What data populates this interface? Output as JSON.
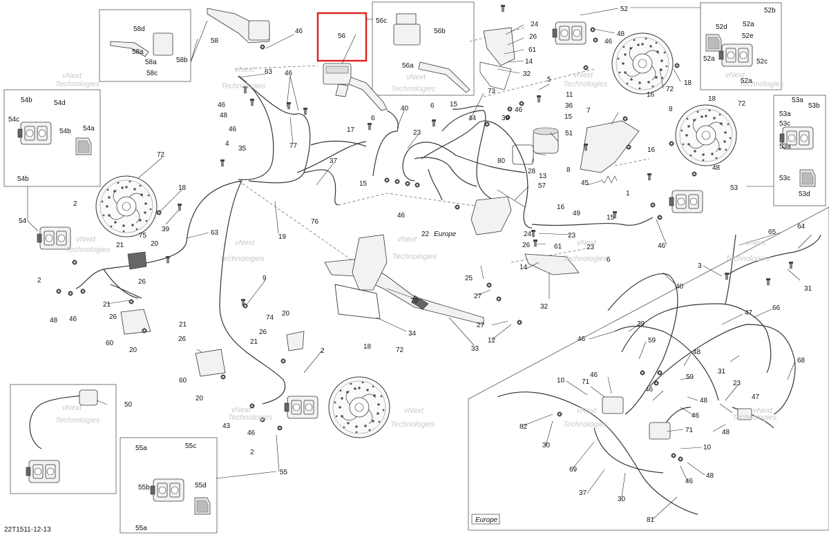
{
  "document": {
    "drawing_number": "22T1511-12-13",
    "highlight_callout": "56"
  },
  "watermark": {
    "line1": "vNext",
    "line2": "Technologies"
  },
  "regions": {
    "europe_label": "Europe"
  },
  "callouts": {
    "c58d": "58d",
    "c58a": "58a",
    "c58b": "58b",
    "c58c": "58c",
    "c58": "58",
    "c46a": "46",
    "c56": "56",
    "c56c": "56c",
    "c56b": "56b",
    "c56a": "56a",
    "c24a": "24",
    "c26a": "26",
    "c61a": "61",
    "c14a": "14",
    "c32a": "32",
    "c52": "52",
    "c48a": "48",
    "c46b": "46",
    "c52b": "52b",
    "c52d": "52d",
    "c52a": "52a",
    "c52e": "52e",
    "c52c": "52c",
    "c52f": "52a",
    "c72a": "72",
    "c18a": "18",
    "c54b1": "54b",
    "c54d": "54d",
    "c54c": "54c",
    "c54b2": "54b",
    "c54a": "54a",
    "c54b3": "54b",
    "c54": "54",
    "c63a": "63",
    "c46c": "46",
    "c48b": "48",
    "c46d": "46",
    "c77": "77",
    "c46e": "46",
    "c4a": "4",
    "c35": "35",
    "c72b": "72",
    "c18b": "18",
    "c39a": "39",
    "c2a": "2",
    "c63b": "63",
    "c75": "75",
    "c20a": "20",
    "c21a": "21",
    "c26b": "26",
    "c19": "19",
    "c9": "9",
    "c2b": "2",
    "c21b": "21",
    "c26c": "26",
    "c60a": "60",
    "c20b": "20",
    "c48c": "48",
    "c46f": "46",
    "c73": "73",
    "c40a": "40",
    "c6a": "6",
    "c15a": "15",
    "c46g": "46",
    "c6b": "6",
    "c17": "17",
    "c23a": "23",
    "c44": "44",
    "c39b": "39",
    "c37": "37",
    "c15b": "15",
    "c76": "76",
    "c80": "80",
    "c46h": "46",
    "c22": "22",
    "c5": "5",
    "c11": "11",
    "c36": "36",
    "c15c": "15",
    "c51": "51",
    "c28": "28",
    "c13": "13",
    "c8a": "8",
    "c7": "7",
    "c16a": "16",
    "c8b": "8",
    "c16b": "16",
    "c45": "45",
    "c16c": "16",
    "c49": "49",
    "c57": "57",
    "c18c": "18",
    "c72c": "72",
    "c48d": "48",
    "c53": "53",
    "c1": "1",
    "c15d": "15",
    "c46i": "46",
    "c53a1": "53a",
    "c53b": "53b",
    "c53c1": "53c",
    "c53a2": "53a",
    "c53c2": "53c",
    "c53d": "53d",
    "c24b": "24",
    "c23b": "23",
    "c26d": "26",
    "c61b": "61",
    "c23c": "23",
    "c6c": "6",
    "c14b": "14",
    "c32b": "32",
    "c25": "25",
    "c27a": "27",
    "c70": "70",
    "c34": "34",
    "c27b": "27",
    "c12": "12",
    "c33": "33",
    "c21c": "21",
    "c26e": "26",
    "c74": "74",
    "c20c": "20",
    "c21d": "21",
    "c60b": "60",
    "c20d": "20",
    "c2c": "2",
    "c18d": "18",
    "c72d": "72",
    "c43": "43",
    "c46j": "46",
    "c2d": "2",
    "c50": "50",
    "c55a1": "55a",
    "c55c": "55c",
    "c55b": "55b",
    "c55d": "55d",
    "c55a2": "55a",
    "c55": "55",
    "c65": "65",
    "c64": "64",
    "c3": "3",
    "c40b": "40",
    "c31a": "31",
    "c66": "66",
    "c47a": "47",
    "c39c": "39",
    "c46k": "46",
    "c59a": "59",
    "c48e": "48",
    "c31b": "31",
    "c68": "68",
    "c10a": "10",
    "c71a": "71",
    "c46l": "46",
    "c59b": "59",
    "c46m": "46",
    "c48f": "48",
    "c23d": "23",
    "c47b": "47",
    "c82": "82",
    "c30a": "30",
    "c46n": "46",
    "c48g": "48",
    "c71b": "71",
    "c10b": "10",
    "c69": "69",
    "c46o": "46",
    "c48h": "48",
    "c37b": "37",
    "c30b": "30",
    "c81": "81"
  },
  "icons": {
    "caliper": "brake-caliper-icon",
    "disc": "brake-disc-icon",
    "master_cylinder": "master-cylinder-icon",
    "reservoir": "fluid-reservoir-icon",
    "lever": "brake-lever-icon",
    "pedal": "brake-pedal-icon",
    "abs": "abs-module-icon"
  }
}
